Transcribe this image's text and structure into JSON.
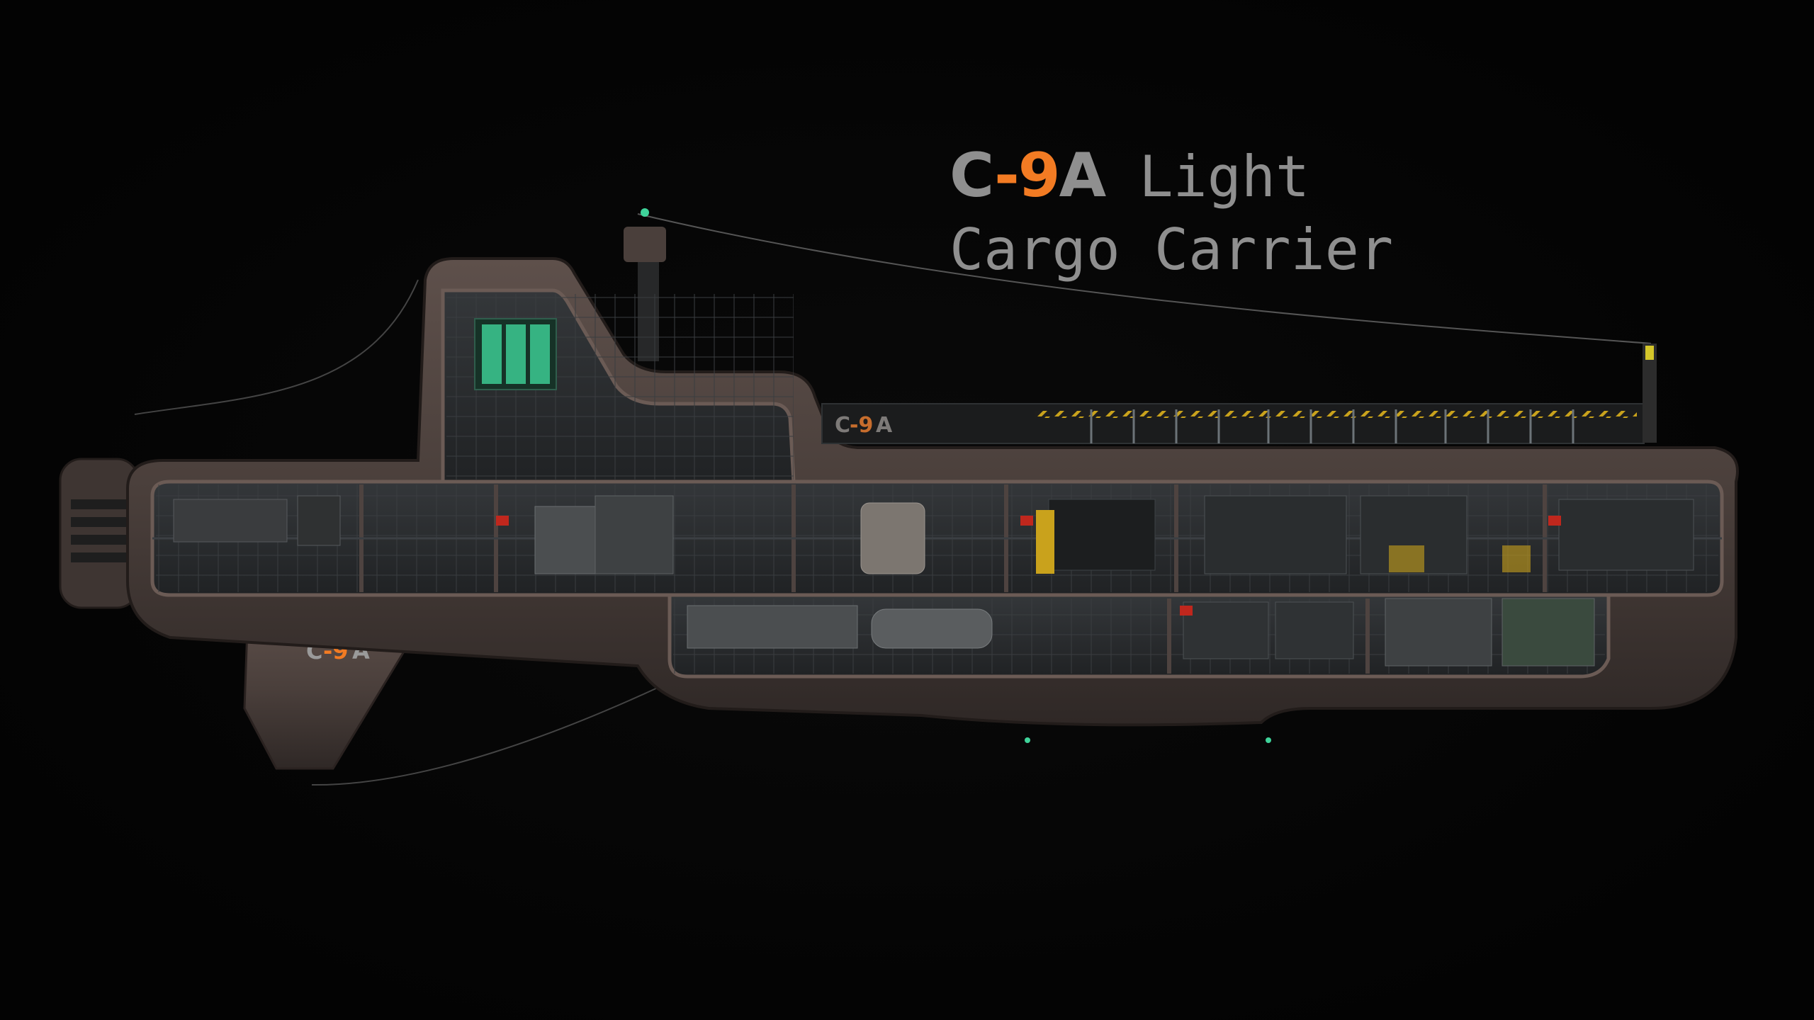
{
  "title": {
    "code_c": "C",
    "code_dash": "-",
    "code_9": "9",
    "code_a": "A",
    "word_light": "Light",
    "line2": "Cargo Carrier"
  },
  "hull_markings": {
    "tail": "C-9A",
    "sail": "C-9A"
  },
  "colors": {
    "background": "#050505",
    "title_grey": "#8f8f8f",
    "accent_orange": "#f27b23",
    "hull": "#4a3f3b",
    "interior": "#2b2d2e",
    "glow_green": "#3fd39a"
  }
}
